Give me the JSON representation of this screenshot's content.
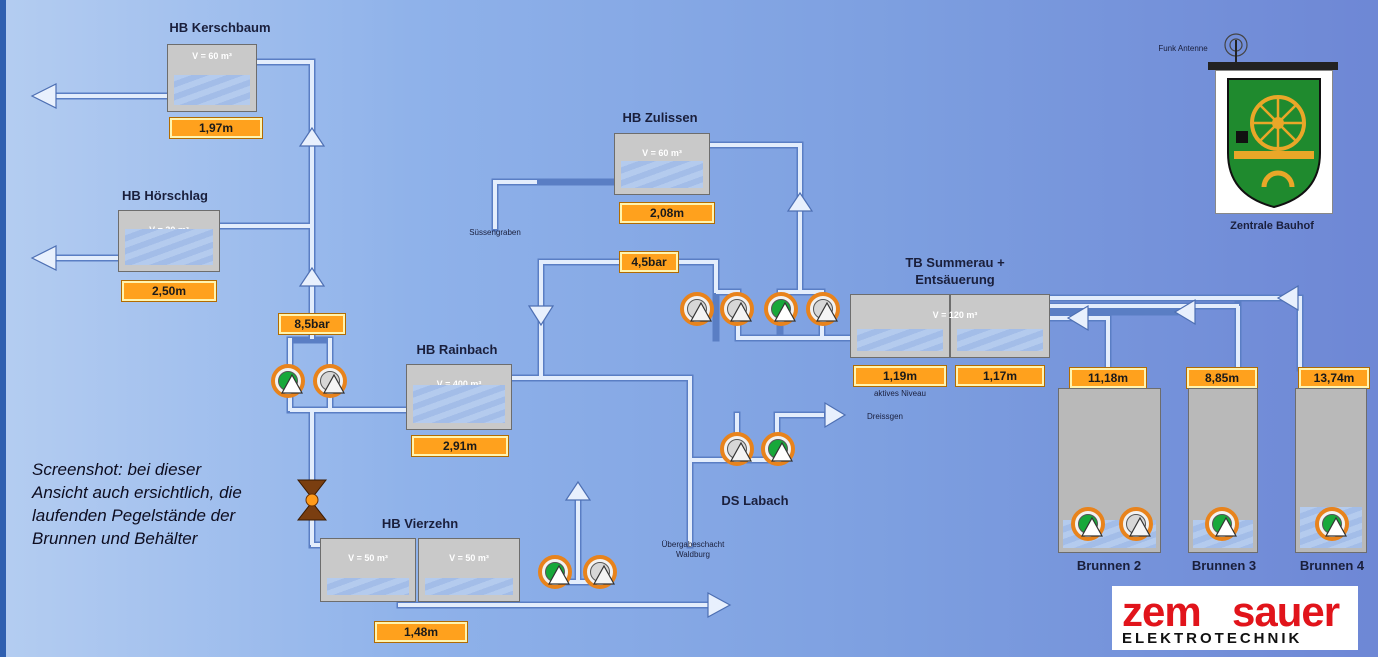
{
  "stations": {
    "kerschbaum": {
      "title": "HB Kerschbaum",
      "volume": "V = 60 m³",
      "level": "1,97m"
    },
    "hoerschlag": {
      "title": "HB Hörschlag",
      "volume": "V = 30 m³",
      "level": "2,50m"
    },
    "zulissen": {
      "title": "HB Zulissen",
      "volume": "V = 60 m³",
      "level": "2,08m"
    },
    "rainbach": {
      "title": "HB Rainbach",
      "volume": "V = 400 m³",
      "level": "2,91m"
    },
    "vierzehn": {
      "title": "HB Vierzehn",
      "volume_left": "V = 50 m³",
      "volume_right": "V = 50 m³",
      "level": "1,48m"
    },
    "summerau": {
      "title_line1": "TB Summerau +",
      "title_line2": "Entsäuerung",
      "volume": "V = 120 m³",
      "level_left": "1,19m",
      "level_right": "1,17m",
      "active_level_label": "aktives Niveau"
    },
    "labach": {
      "title": "DS Labach"
    },
    "bauhof": {
      "title": "Zentrale Bauhof",
      "antenna_label": "Funk Antenne"
    }
  },
  "pressures": {
    "main": "8,5bar",
    "zulissen": "4,5bar"
  },
  "wells": [
    {
      "name": "Brunnen 2",
      "level": "11,18m",
      "fill": 0.17
    },
    {
      "name": "Brunnen 3",
      "level": "8,85m",
      "fill": 0.17
    },
    {
      "name": "Brunnen 4",
      "level": "13,74m",
      "fill": 0.25
    }
  ],
  "labels": {
    "suessengraben": "Süssengraben",
    "dreissgen": "Dreissgen",
    "uebergabe_line1": "Übergabeschacht",
    "uebergabe_line2": "Waldburg"
  },
  "tank_fill": {
    "kerschbaum": 0.45,
    "hoerschlag": 0.6,
    "zulissen": 0.45,
    "rainbach": 0.6,
    "vierzehn_left": 0.28,
    "vierzehn_right": 0.28,
    "summerau_left": 0.35,
    "summerau_right": 0.35
  },
  "pumps": [
    {
      "id": "hoer-1",
      "running": true
    },
    {
      "id": "hoer-2",
      "running": false
    },
    {
      "id": "zul-1",
      "running": false
    },
    {
      "id": "zul-2",
      "running": false
    },
    {
      "id": "zul-3",
      "running": true
    },
    {
      "id": "zul-4",
      "running": false
    },
    {
      "id": "lab-1",
      "running": false
    },
    {
      "id": "lab-2",
      "running": true
    },
    {
      "id": "vier-1",
      "running": true
    },
    {
      "id": "vier-2",
      "running": false
    },
    {
      "id": "br2-1",
      "running": true
    },
    {
      "id": "br2-2",
      "running": false
    },
    {
      "id": "br3-1",
      "running": true
    },
    {
      "id": "br4-1",
      "running": true
    }
  ],
  "note": "Screenshot: bei dieser Ansicht auch ersichtlich, die laufenden Pegelstände der Brunnen und Behälter",
  "logo": {
    "word1": "zem",
    "word2": "sauer",
    "word3": "ELEKTROTECHNIK"
  },
  "colors": {
    "pump_running": "#18a83a",
    "pump_border": "#e8831c",
    "reading_bg": "#ffa11d",
    "pipe": "#d9e7fb",
    "background": "#8fb2ea"
  }
}
